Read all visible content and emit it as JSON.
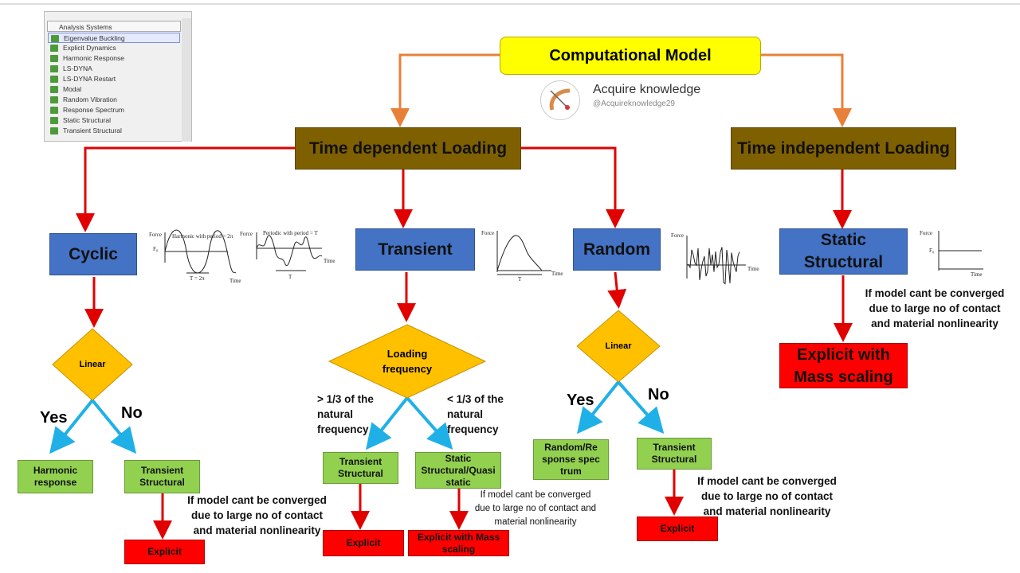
{
  "panel": {
    "header": "Analysis Systems",
    "items": [
      "Eigenvalue Buckling",
      "Explicit Dynamics",
      "Harmonic Response",
      "LS-DYNA",
      "LS-DYNA Restart",
      "Modal",
      "Random Vibration",
      "Response Spectrum",
      "Static Structural",
      "Transient Structural"
    ]
  },
  "root": "Computational Model",
  "brand": {
    "name": "Acquire knowledge",
    "handle": "@Acquireknowledge29"
  },
  "time_dependent": "Time dependent Loading",
  "time_independent": "Time independent Loading",
  "cyclic": {
    "label": "Cyclic",
    "decision": "Linear",
    "yes": "Yes",
    "no": "No",
    "yes_result": "Harmonic response",
    "no_result": "Transient Structural",
    "note": "If model cant be converged due to large no of contact and material nonlinearity",
    "final": "Explicit",
    "graph1": {
      "title": "Harmonic with period = 2π",
      "ylabel": "Force",
      "amp": "F₀",
      "period": "T = 2π",
      "xlabel": "Time"
    },
    "graph2": {
      "title": "Periodic with period = T",
      "ylabel": "Force",
      "period": "T",
      "xlabel": "Time"
    }
  },
  "transient": {
    "label": "Transient",
    "decision": "Loading frequency",
    "left_cond": "> 1/3 of the natural frequency",
    "right_cond": "< 1/3 of the natural frequency",
    "left_result": "Transient Structural",
    "right_result": "Static Structural/Quasi static",
    "left_final": "Explicit",
    "right_final": "Explicit with Mass scaling",
    "note": "If model cant be converged due to large no of contact and material nonlinearity",
    "graph": {
      "ylabel": "Force",
      "period": "T",
      "xlabel": "Time"
    }
  },
  "random": {
    "label": "Random",
    "decision": "Linear",
    "yes": "Yes",
    "no": "No",
    "yes_result": "Random/Response spectrum",
    "no_result": "Transient Structural",
    "note": "If model cant be converged due to large no of contact and material nonlinearity",
    "final": "Explicit",
    "graph": {
      "ylabel": "Force",
      "xlabel": "Time"
    }
  },
  "static": {
    "label": "Static Structural",
    "note": "If model cant be converged due to large no of contact and material nonlinearity",
    "final": "Explicit with Mass scaling",
    "graph": {
      "ylabel": "Force",
      "level": "F₀",
      "xlabel": "Time"
    }
  },
  "colors": {
    "root": "#ffff00",
    "loading": "#7f6000",
    "type": "#4472c4",
    "result": "#92d050",
    "explicit": "#ff0000",
    "arrow_red": "#e00000",
    "arrow_orange": "#e8803a",
    "arrow_blue": "#1fb0e8",
    "decision": "#ffc000"
  }
}
